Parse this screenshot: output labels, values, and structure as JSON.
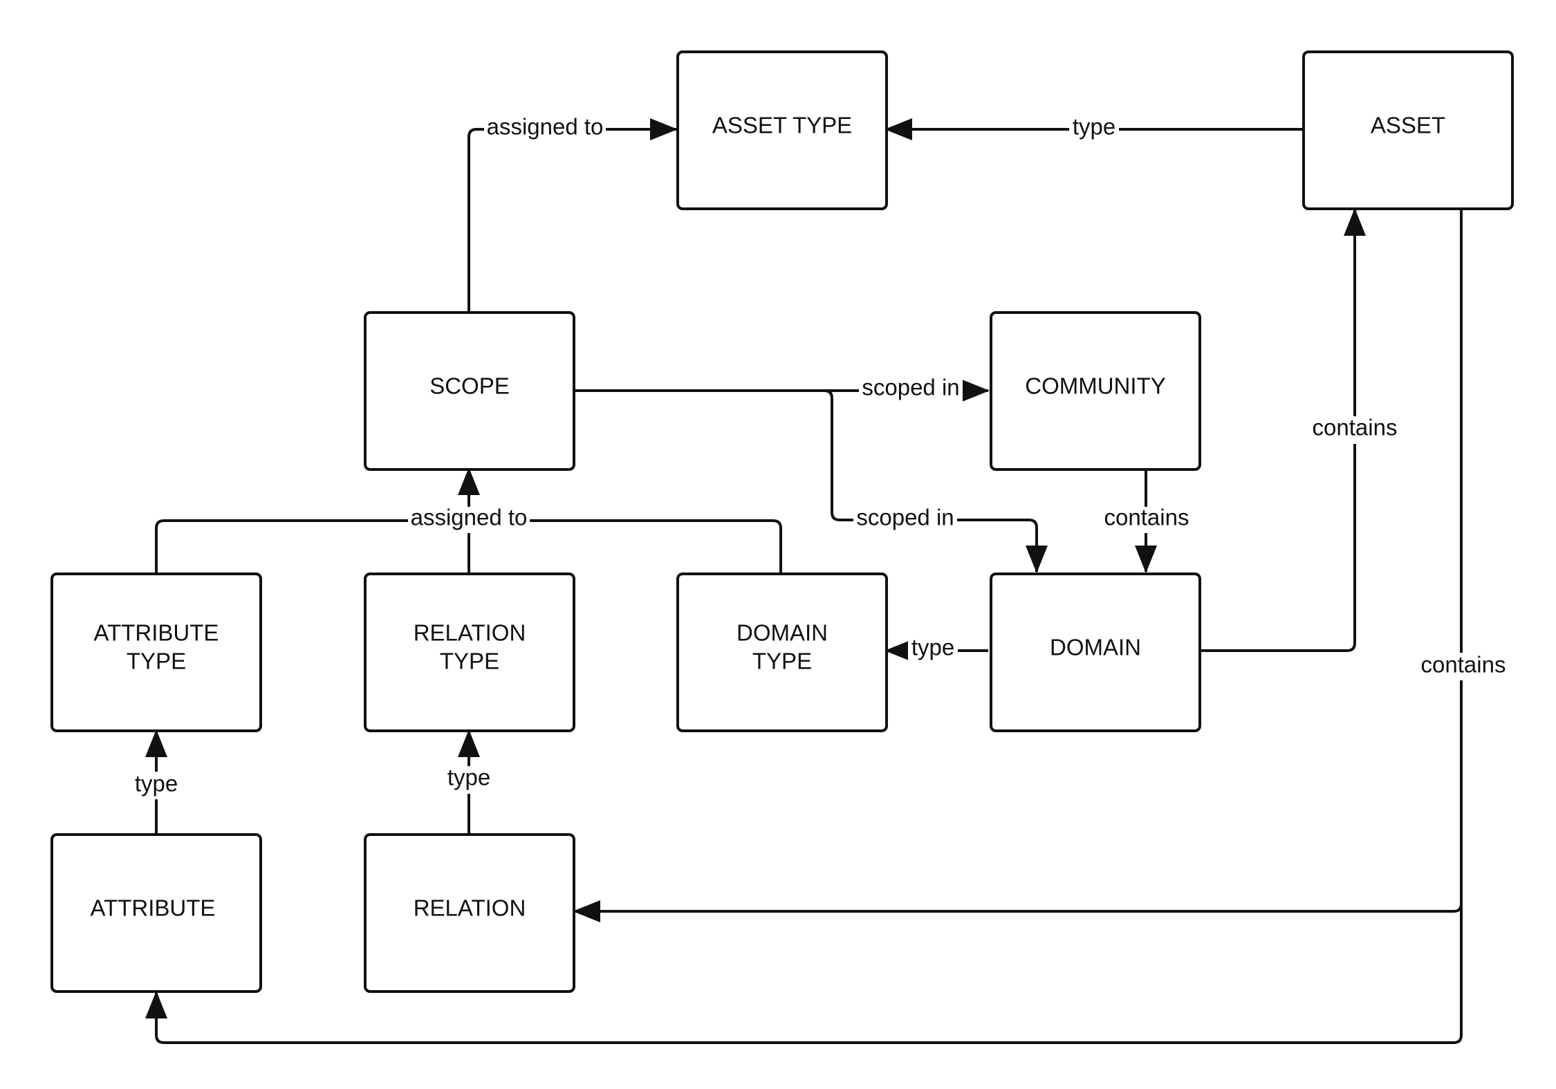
{
  "colors": {
    "stroke": "#111111",
    "background": "#ffffff"
  },
  "nodes": {
    "asset_type": {
      "lines": [
        "ASSET TYPE"
      ]
    },
    "asset": {
      "lines": [
        "ASSET"
      ]
    },
    "scope": {
      "lines": [
        "SCOPE"
      ]
    },
    "community": {
      "lines": [
        "COMMUNITY"
      ]
    },
    "attribute_type": {
      "lines": [
        "ATTRIBUTE",
        "TYPE"
      ]
    },
    "relation_type": {
      "lines": [
        "RELATION",
        "TYPE"
      ]
    },
    "domain_type": {
      "lines": [
        "DOMAIN",
        "TYPE"
      ]
    },
    "domain": {
      "lines": [
        "DOMAIN"
      ]
    },
    "attribute": {
      "lines": [
        "ATTRIBUTE"
      ]
    },
    "relation": {
      "lines": [
        "RELATION"
      ]
    }
  },
  "edges": {
    "scope_assigned_to_asset_type": {
      "label": "assigned to",
      "from": "SCOPE",
      "to": "ASSET TYPE"
    },
    "asset_type_of": {
      "label": "type",
      "from": "ASSET",
      "to": "ASSET TYPE"
    },
    "scope_scoped_in_community": {
      "label": "scoped in",
      "from": "SCOPE",
      "to": "COMMUNITY"
    },
    "scope_scoped_in_domain": {
      "label": "scoped in",
      "from": "SCOPE",
      "to": "DOMAIN"
    },
    "community_contains_domain": {
      "label": "contains",
      "from": "COMMUNITY",
      "to": "DOMAIN"
    },
    "domain_contains_asset": {
      "label": "contains",
      "from": "DOMAIN",
      "to": "ASSET"
    },
    "types_assigned_to_scope": {
      "label": "assigned to",
      "from": "ATTRIBUTE TYPE / RELATION TYPE / DOMAIN TYPE",
      "to": "SCOPE"
    },
    "domain_type_of": {
      "label": "type",
      "from": "DOMAIN",
      "to": "DOMAIN TYPE"
    },
    "attribute_type_of": {
      "label": "type",
      "from": "ATTRIBUTE",
      "to": "ATTRIBUTE TYPE"
    },
    "relation_type_of": {
      "label": "type",
      "from": "RELATION",
      "to": "RELATION TYPE"
    },
    "asset_contains": {
      "label": "contains",
      "from": "ASSET",
      "to": "RELATION / ATTRIBUTE"
    }
  }
}
